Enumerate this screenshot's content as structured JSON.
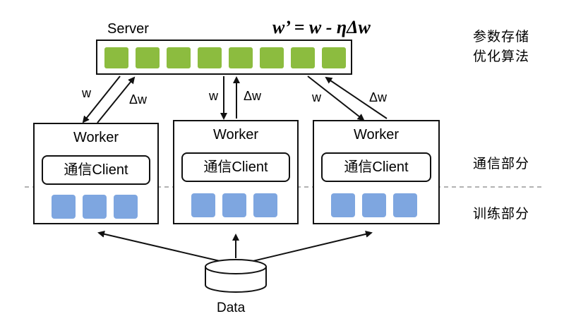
{
  "server": {
    "label": "Server"
  },
  "formula": "w’ = w - ηΔw",
  "side_labels": {
    "storage_line1": "参数存储",
    "storage_line2": "优化算法",
    "comm": "通信部分",
    "train": "训练部分"
  },
  "workers": [
    {
      "title": "Worker",
      "client": "通信Client"
    },
    {
      "title": "Worker",
      "client": "通信Client"
    },
    {
      "title": "Worker",
      "client": "通信Client"
    }
  ],
  "arrows": {
    "w": "w",
    "dw": "Δw"
  },
  "data_label": "Data",
  "colors": {
    "server_block": "#8cbc3f",
    "worker_block": "#7ea6e0"
  }
}
